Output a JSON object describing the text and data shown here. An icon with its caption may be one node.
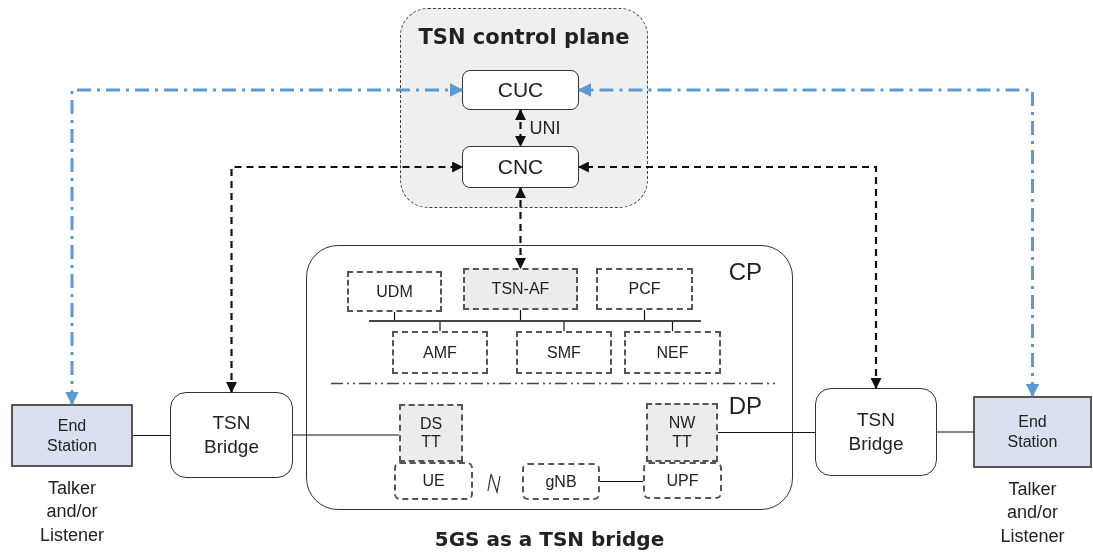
{
  "diagram": {
    "nodes": [
      {
        "text": [
          "TSN control plane"
        ]
      },
      {
        "text": [
          "CUC"
        ],
        "in": 0
      },
      {
        "text": [
          "CNC"
        ],
        "in": 0
      },
      {
        "text": [
          "5GS as a TSN bridge"
        ]
      },
      {
        "text": [
          "UDM"
        ],
        "in": 3
      },
      {
        "text": [
          "TSN-AF"
        ],
        "in": 3
      },
      {
        "text": [
          "PCF"
        ],
        "in": 3
      },
      {
        "text": [],
        "shape": "bar",
        "in": 3
      },
      {
        "text": [
          "AMF"
        ],
        "in": 3
      },
      {
        "text": [
          "SMF"
        ],
        "in": 3
      },
      {
        "text": [
          "NEF"
        ],
        "in": 3
      },
      {
        "text": [
          "DS TT"
        ],
        "in": 3
      },
      {
        "text": [
          "UE"
        ],
        "in": 3
      },
      {
        "text": [
          "gNB"
        ],
        "in": 3
      },
      {
        "text": [
          "NW TT"
        ],
        "in": 3
      },
      {
        "text": [
          "UPF"
        ],
        "in": 3
      },
      {
        "text": [
          "TSN Bridge"
        ]
      },
      {
        "text": [
          "TSN Bridge"
        ]
      },
      {
        "text": [
          "End Station"
        ],
        "beside": [
          "Talker and/or Listener"
        ]
      },
      {
        "text": [
          "End Station"
        ],
        "beside": [
          "Talker and/or Listener"
        ]
      }
    ],
    "edges": [
      {
        "from": 1,
        "to": 2,
        "arrow": "both",
        "style": "dashed",
        "label": "UNI"
      },
      {
        "from": 18,
        "to": 1,
        "arrow": "both",
        "style": "dashed",
        "color": "#5b9bd5"
      },
      {
        "from": 19,
        "to": 1,
        "arrow": "both",
        "style": "dashed",
        "color": "#5b9bd5"
      },
      {
        "from": 16,
        "to": 2,
        "arrow": "both",
        "style": "dashed"
      },
      {
        "from": 17,
        "to": 2,
        "arrow": "both",
        "style": "dashed"
      },
      {
        "from": 2,
        "to": 5,
        "arrow": "both",
        "style": "dashed"
      },
      {
        "from": 4,
        "to": 7,
        "arrow": "none"
      },
      {
        "from": 5,
        "to": 7,
        "arrow": "none"
      },
      {
        "from": 6,
        "to": 7,
        "arrow": "none"
      },
      {
        "from": 8,
        "to": 7,
        "arrow": "none"
      },
      {
        "from": 9,
        "to": 7,
        "arrow": "none"
      },
      {
        "from": 10,
        "to": 7,
        "arrow": "none"
      },
      {
        "from": 18,
        "to": 16,
        "arrow": "none"
      },
      {
        "from": 16,
        "to": 11,
        "arrow": "none"
      },
      {
        "from": 14,
        "to": 17,
        "arrow": "none"
      },
      {
        "from": 17,
        "to": 19,
        "arrow": "none"
      },
      {
        "from": 13,
        "to": 15,
        "arrow": "none"
      }
    ],
    "labels": [
      "CP",
      "DP"
    ]
  }
}
